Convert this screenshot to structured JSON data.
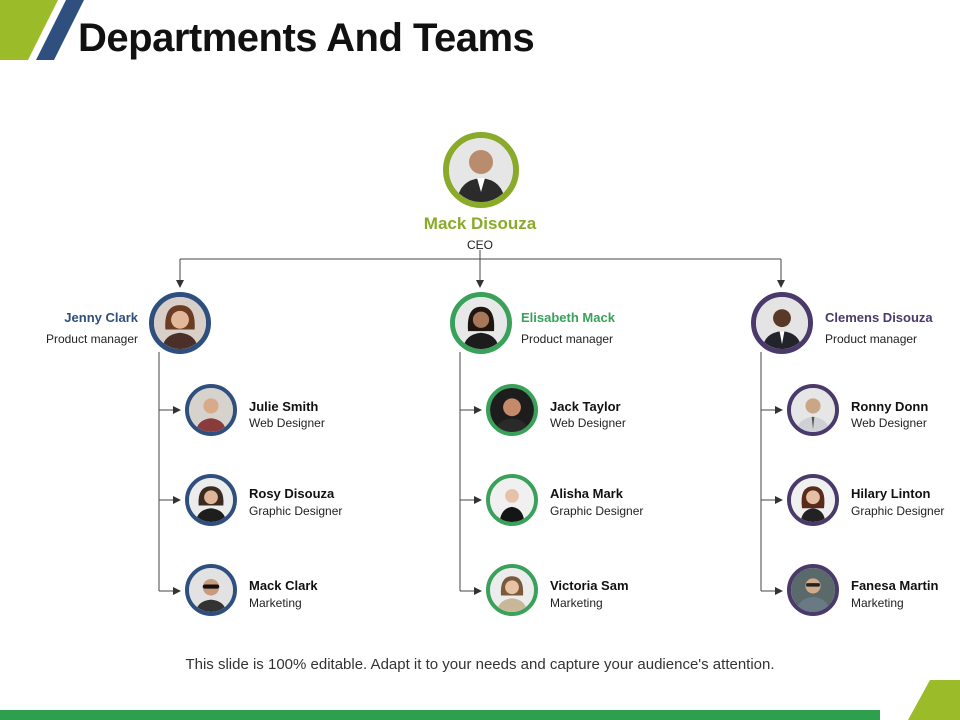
{
  "title": "Departments And Teams",
  "ceo": {
    "name": "Mack Disouza",
    "role": "CEO"
  },
  "departments": [
    {
      "head": {
        "name": "Jenny Clark",
        "role": "Product manager"
      },
      "members": [
        {
          "name": "Julie Smith",
          "role": "Web Designer"
        },
        {
          "name": "Rosy Disouza",
          "role": "Graphic Designer"
        },
        {
          "name": "Mack Clark",
          "role": "Marketing"
        }
      ]
    },
    {
      "head": {
        "name": "Elisabeth Mack",
        "role": "Product manager"
      },
      "members": [
        {
          "name": "Jack Taylor",
          "role": "Web Designer"
        },
        {
          "name": "Alisha Mark",
          "role": "Graphic Designer"
        },
        {
          "name": "Victoria Sam",
          "role": "Marketing"
        }
      ]
    },
    {
      "head": {
        "name": "Clemens Disouza",
        "role": "Product manager"
      },
      "members": [
        {
          "name": "Ronny Donn",
          "role": "Web Designer"
        },
        {
          "name": "Hilary Linton",
          "role": "Graphic Designer"
        },
        {
          "name": "Fanesa Martin",
          "role": "Marketing"
        }
      ]
    }
  ],
  "footer": "This slide is 100% editable. Adapt it to your needs and capture your audience's attention.",
  "colors": {
    "green_accent": "#9bbb28",
    "blue_dark": "#2f4f7f",
    "green_ring": "#3aa15b",
    "purple_ring": "#4a3a6b",
    "dept1_name": "#2f4f7f",
    "dept2_name": "#3aa15b",
    "dept3_name": "#4a3a6b",
    "ceo_ring": "#8aaa2a"
  }
}
